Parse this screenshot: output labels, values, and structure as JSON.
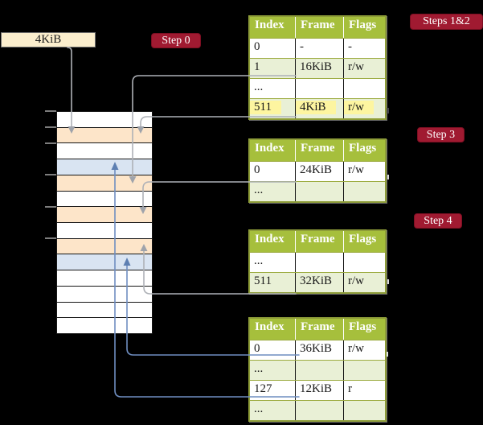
{
  "colors": {
    "background": "#000000",
    "frame_box_fill": "#fbeecd",
    "badge_red": "#a01a31",
    "header_green": "#a6bf3c",
    "row_alt_green": "#e9f0d6",
    "table_border": "#8e9d38",
    "row_border": "#9dac42",
    "highlight_yellow": "#fdf5a0",
    "memory_white": "#ffffff",
    "memory_orange": "#fde5c9",
    "memory_blue": "#d9e4f2",
    "arrow_gray": "#aeb1b7",
    "arrow_gray_head": "#9fa3ab",
    "arrow_blue": "#6f8ec1",
    "arrow_blue_head": "#5d7fb2"
  },
  "frame_box": {
    "label": "4KiB"
  },
  "badges": {
    "step0": "Step 0",
    "steps12": "Steps 1&2",
    "step3": "Step 3",
    "step4": "Step 4"
  },
  "memory_column": {
    "rows": [
      "white",
      "orange",
      "white",
      "blue",
      "orange",
      "white",
      "orange",
      "white",
      "orange",
      "blue",
      "white",
      "white",
      "white",
      "white"
    ]
  },
  "tables": [
    {
      "name": "page-table-steps-1-2",
      "headers": [
        "Index",
        "Frame",
        "Flags"
      ],
      "rows": [
        {
          "cells": [
            "0",
            "-",
            "-"
          ],
          "highlight": false
        },
        {
          "cells": [
            "1",
            "16KiB",
            "r/w"
          ],
          "highlight": false
        },
        {
          "cells": [
            "...",
            "",
            ""
          ],
          "highlight": false
        },
        {
          "cells": [
            "511",
            "4KiB",
            "r/w"
          ],
          "highlight": true
        }
      ]
    },
    {
      "name": "page-table-step-3",
      "headers": [
        "Index",
        "Frame",
        "Flags"
      ],
      "rows": [
        {
          "cells": [
            "0",
            "24KiB",
            "r/w"
          ],
          "highlight": false
        },
        {
          "cells": [
            "...",
            "",
            ""
          ],
          "highlight": false
        }
      ]
    },
    {
      "name": "page-table-step-4",
      "headers": [
        "Index",
        "Frame",
        "Flags"
      ],
      "rows": [
        {
          "cells": [
            "...",
            "",
            ""
          ],
          "highlight": false
        },
        {
          "cells": [
            "511",
            "32KiB",
            "r/w"
          ],
          "highlight": false
        }
      ]
    },
    {
      "name": "page-table-final",
      "headers": [
        "Index",
        "Frame",
        "Flags"
      ],
      "rows": [
        {
          "cells": [
            "0",
            "36KiB",
            "r/w"
          ],
          "highlight": false
        },
        {
          "cells": [
            "...",
            "",
            ""
          ],
          "highlight": false
        },
        {
          "cells": [
            "127",
            "12KiB",
            "r"
          ],
          "highlight": false
        },
        {
          "cells": [
            "...",
            "",
            ""
          ],
          "highlight": false
        }
      ]
    }
  ]
}
